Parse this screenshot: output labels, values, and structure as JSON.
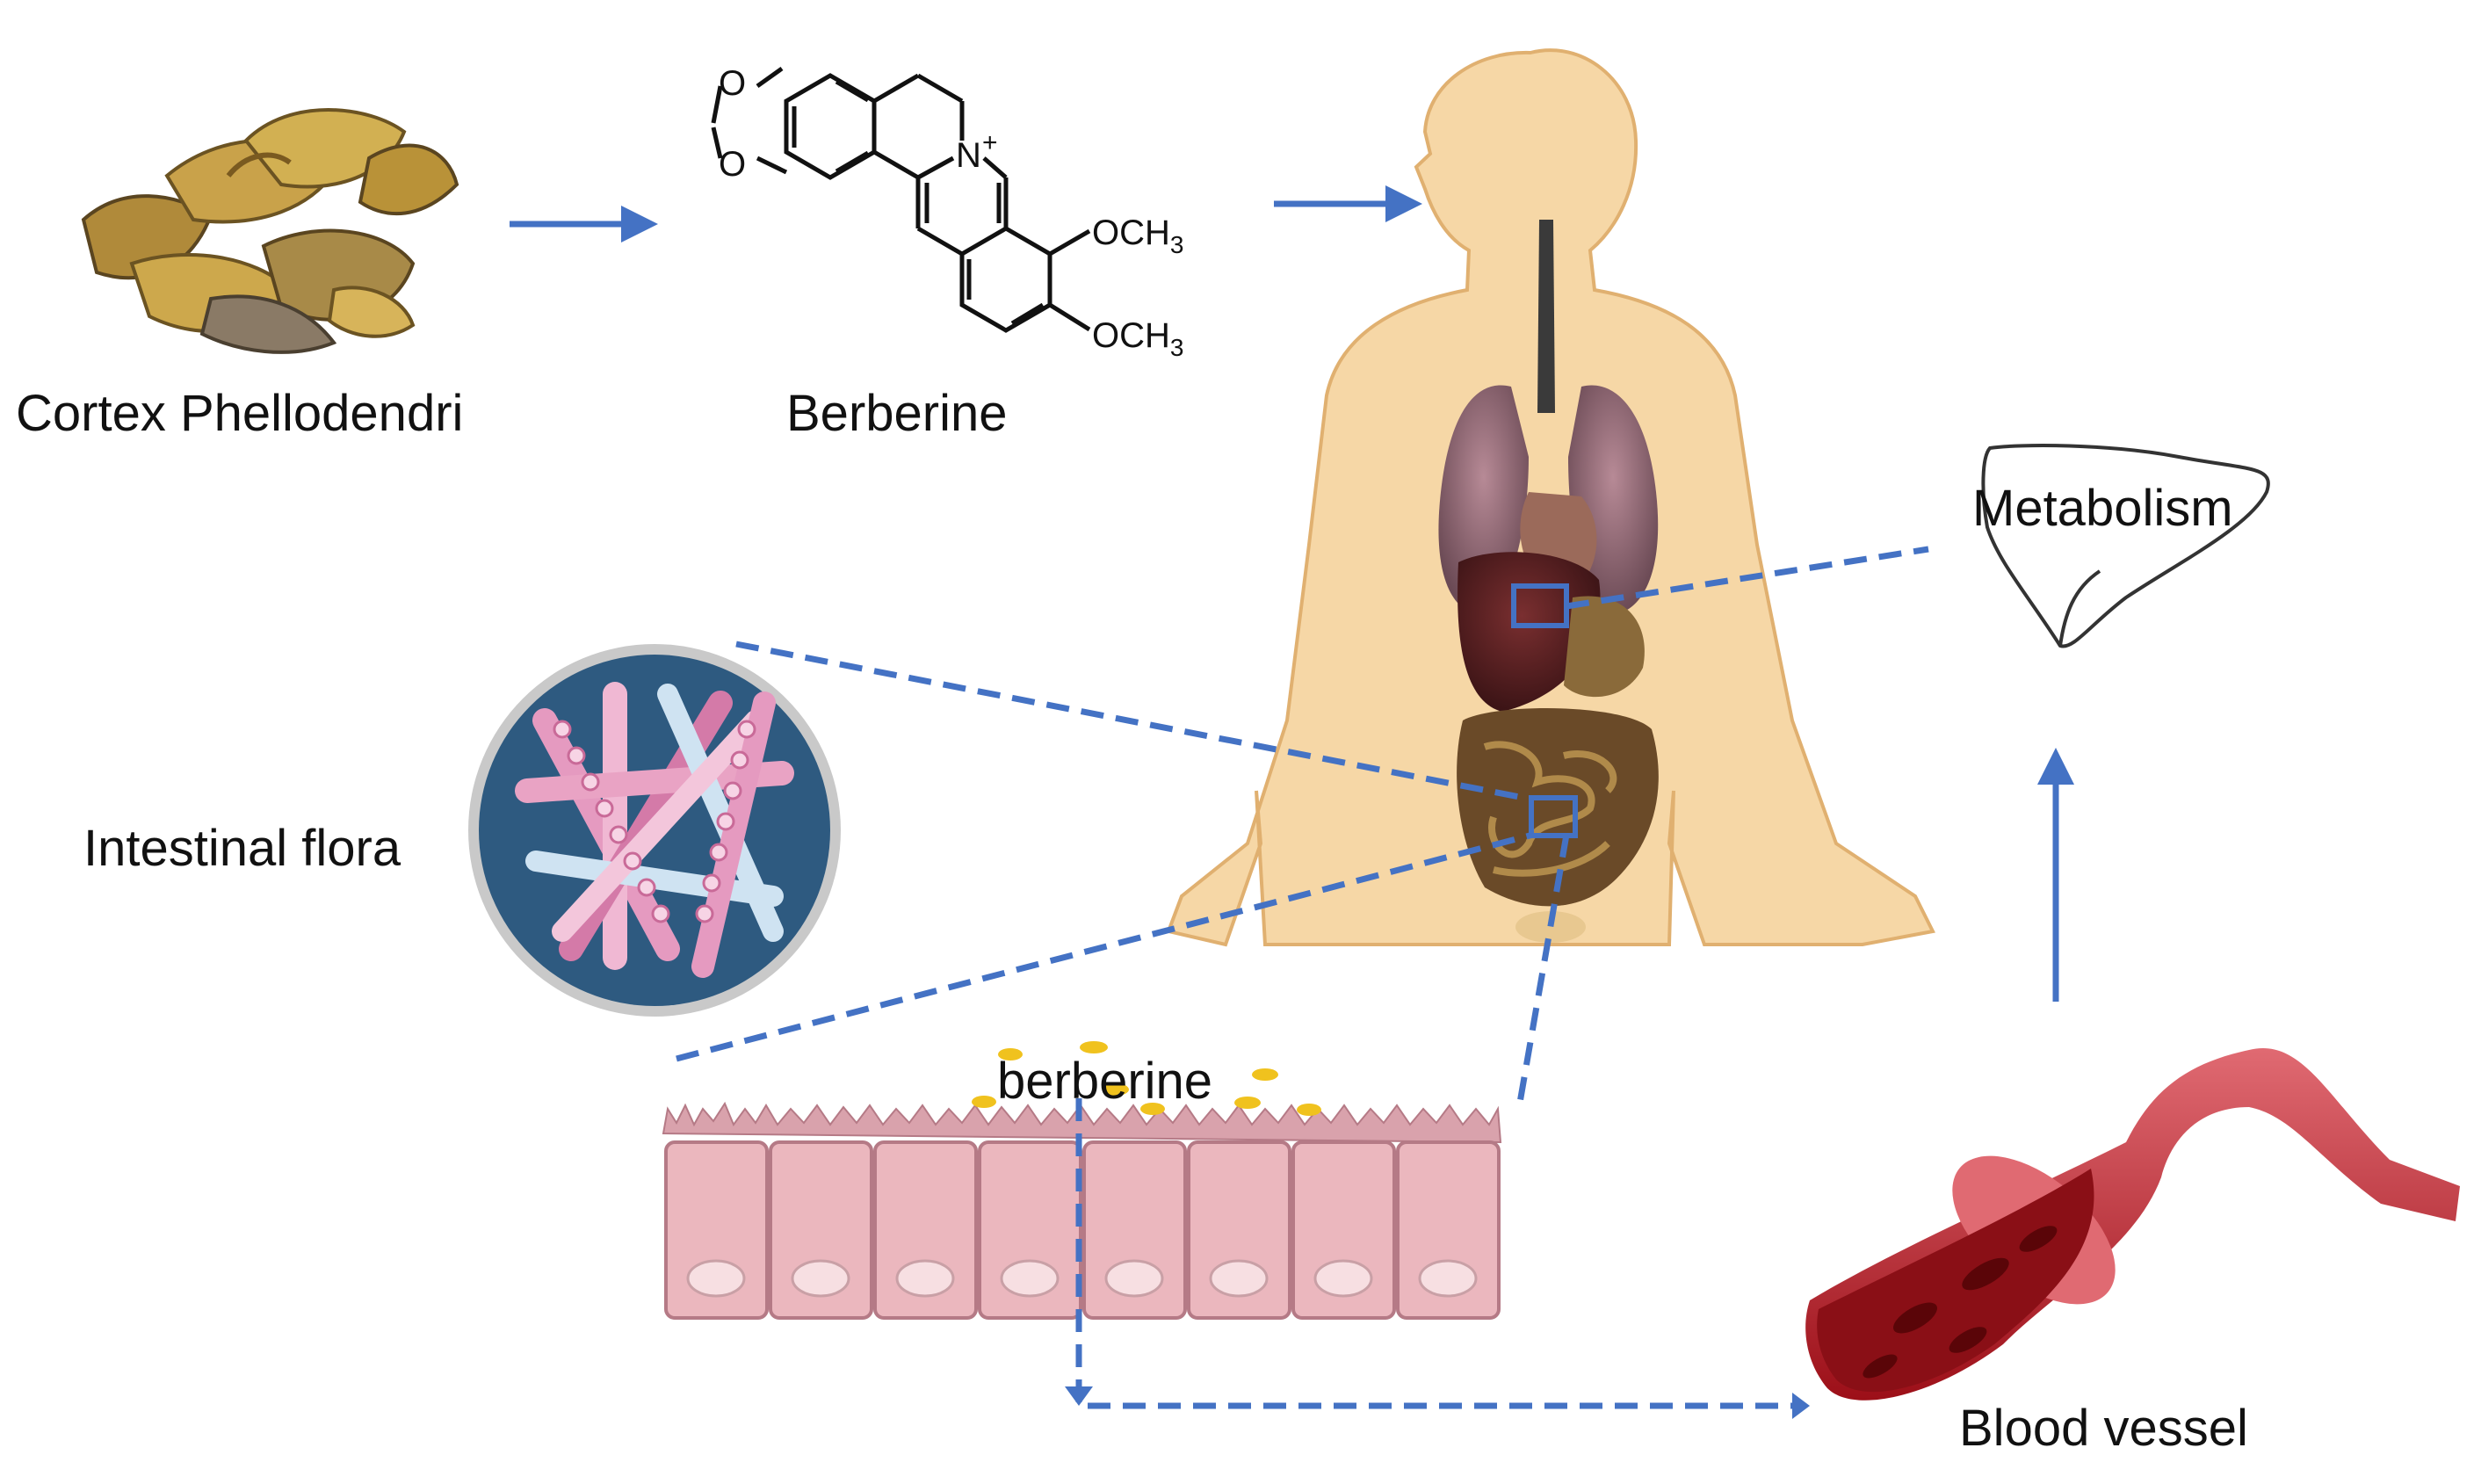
{
  "labels": {
    "cortex": "Cortex Phellodendri",
    "berberine_title": "Berberine",
    "metabolism": "Metabolism",
    "intestinal_flora": "Intestinal flora",
    "berberine_cells": "berberine",
    "blood_vessel": "Blood vessel"
  },
  "molecule": {
    "o_top": "O",
    "o_bottom": "O",
    "n_charge": "N",
    "plus": "+",
    "och3_top": "OCH",
    "och3_bottom": "OCH",
    "sub3": "3"
  },
  "colors": {
    "arrow": "#4472C4",
    "skin": "#F6D7A6",
    "bacteria_bg": "#2E5A80",
    "cells": "#EBB7BE",
    "vessel": "#B8131B",
    "particles": "#F0C21E"
  }
}
